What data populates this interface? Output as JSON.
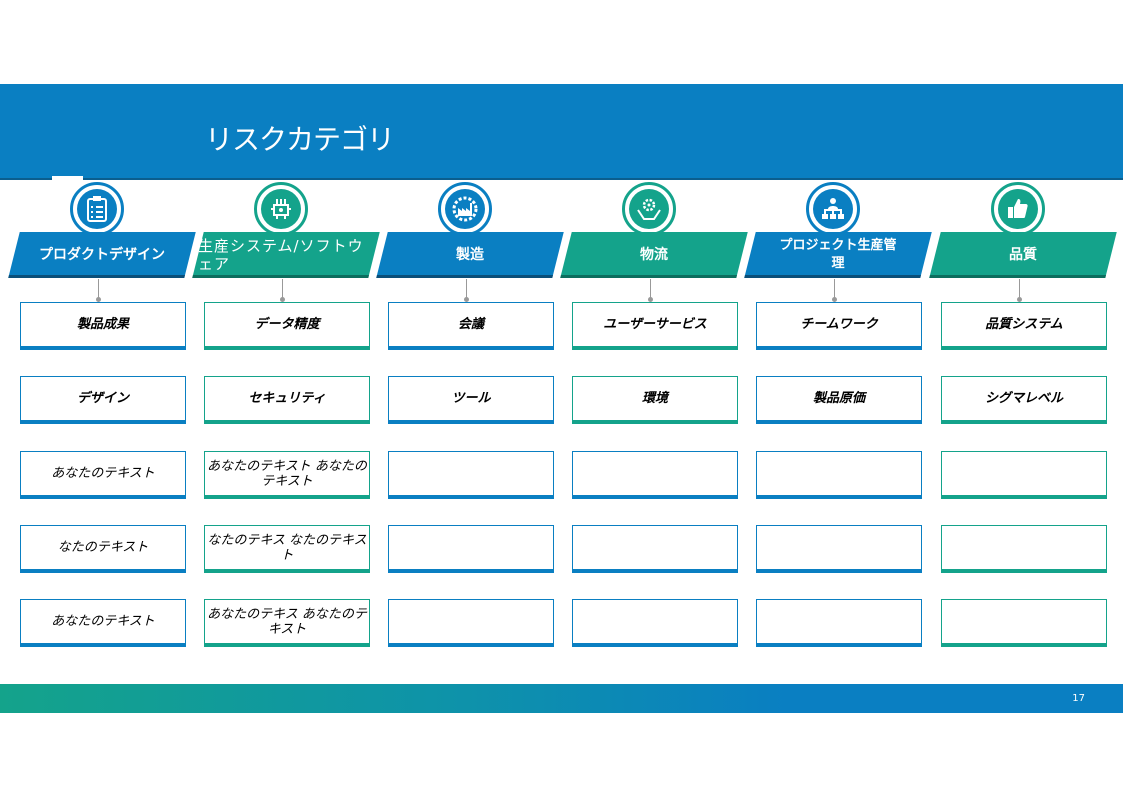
{
  "slide": {
    "title": "リスクカテゴリ",
    "page_number": "17"
  },
  "colors": {
    "blue": "#0A7FC2",
    "teal": "#14A38B"
  },
  "columns": [
    {
      "category": "プロダクトデザイン",
      "icon": "clipboard-checklist-icon",
      "theme": "blue",
      "rows": [
        "製品成果",
        "デザイン",
        "あなたのテキスト",
        "なたのテキスト",
        "あなたのテキスト"
      ]
    },
    {
      "category": "生産システム/ソフトウェア",
      "icon": "circuit-board-icon",
      "theme": "teal",
      "rows": [
        "データ精度",
        "セキュリティ",
        "あなたのテキスト あなたのテキスト",
        "なたのテキス なたのテキスト",
        "あなたのテキス あなたのテキスト"
      ]
    },
    {
      "category": "製造",
      "icon": "factory-gear-icon",
      "theme": "blue",
      "rows": [
        "会議",
        "ツール",
        "",
        "",
        ""
      ]
    },
    {
      "category": "物流",
      "icon": "hands-gear-icon",
      "theme": "teal",
      "rows": [
        "ユーザーサービス",
        "環境",
        "",
        "",
        ""
      ]
    },
    {
      "category": "プロジェクト生産管理",
      "icon": "team-hierarchy-icon",
      "theme": "blue",
      "rows": [
        "チームワーク",
        "製品原価",
        "",
        "",
        ""
      ]
    },
    {
      "category": "品質",
      "icon": "thumbs-up-icon",
      "theme": "teal",
      "rows": [
        "品質システム",
        "シグマレベル",
        "",
        "",
        ""
      ]
    }
  ]
}
